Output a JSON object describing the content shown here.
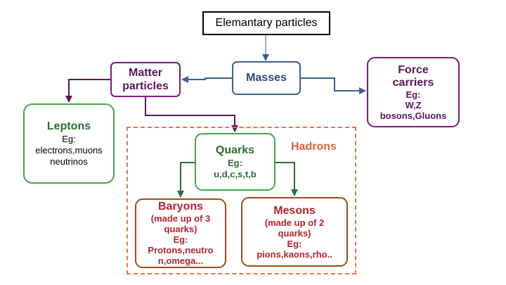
{
  "diagram": {
    "title": "Elemantary particles",
    "nodes": {
      "masses": {
        "title": "Masses"
      },
      "matter": {
        "line1": "Matter",
        "line2": "particles"
      },
      "force": {
        "line1": "Force",
        "line2": "carriers",
        "line3": "Eg:",
        "line4": "W,Z",
        "line5": "bosons,Gluons"
      },
      "leptons": {
        "title": "Leptons",
        "line1": "Eg:",
        "line2": "electrons,muons",
        "line3": "neutrinos"
      },
      "hadrons": {
        "title": "Hadrons"
      },
      "quarks": {
        "title": "Quarks",
        "line1": "Eg:",
        "line2": "u,d,c,s,t,b"
      },
      "baryons": {
        "title": "Baryons",
        "line1": "(made up of 3",
        "line2": "quarks)",
        "line3": "Eg:",
        "line4": "Protons,neutro",
        "line5": "n,omega..."
      },
      "mesons": {
        "title": "Mesons",
        "line1": "(made up of 2",
        "line2": "quarks)",
        "line3": "Eg:",
        "line4": "pions,kaons,rho.."
      }
    },
    "colors": {
      "masses_border": "#3a5f96",
      "matter_border": "#7a1a7a",
      "green_border": "#44a64a",
      "hadrons_dashed": "#e8734f",
      "hadron_box_border": "#a04a14",
      "hadron_text": "#b3242c"
    }
  }
}
